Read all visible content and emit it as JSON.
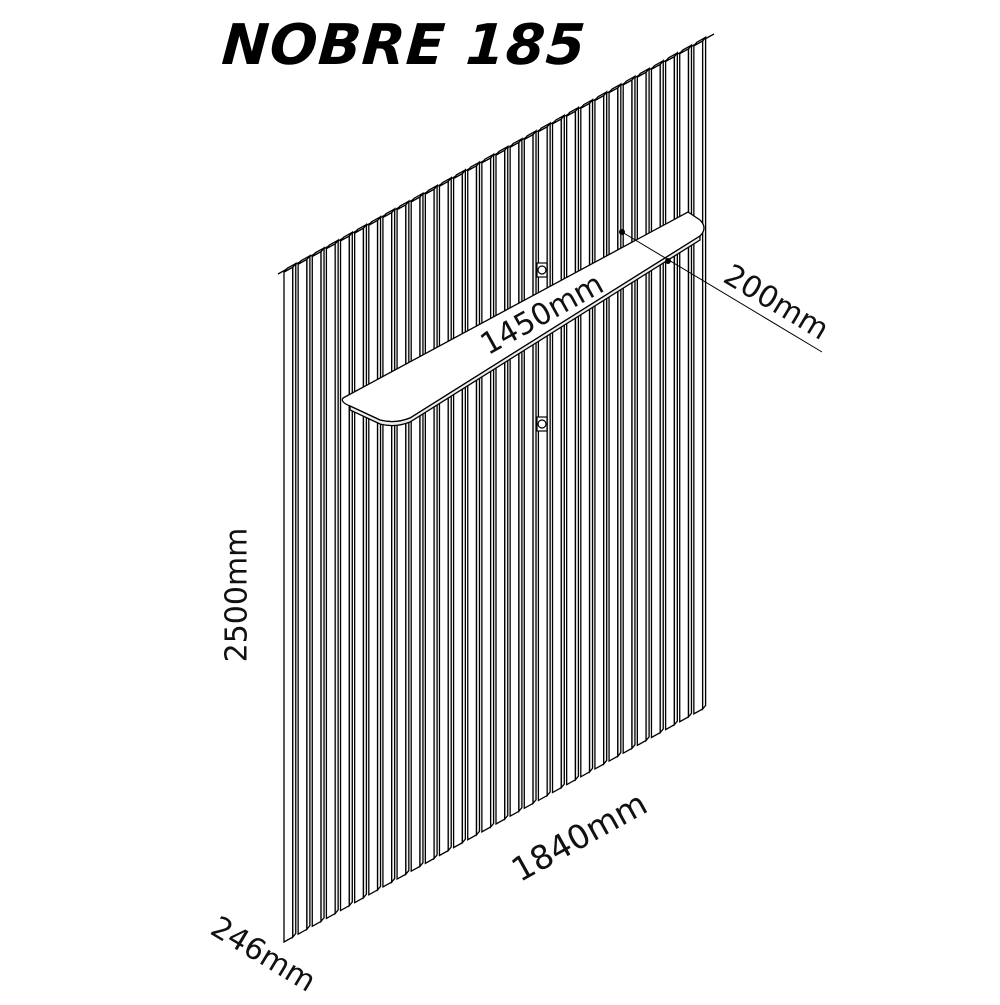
{
  "title": "NOBRE 185",
  "dimensions": {
    "height": "2500mm",
    "width": "1840mm",
    "shelf_length": "1450mm",
    "shelf_depth": "200mm",
    "base_depth": "246mm"
  },
  "drawing": {
    "style": "isometric line drawing",
    "slat_count": 30,
    "stroke_color": "#000000",
    "background": "#ffffff"
  }
}
